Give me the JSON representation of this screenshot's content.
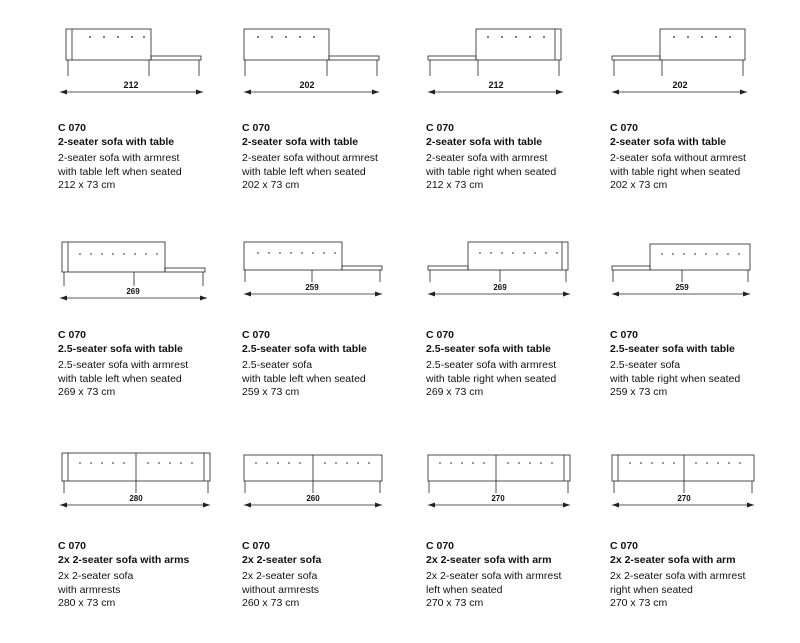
{
  "rows": [
    {
      "items": [
        {
          "dim": "212",
          "code": "C 070",
          "title": "2-seater sofa with table",
          "lines": [
            "2-seater sofa with armrest",
            "with table left when seated",
            "212 x 73 cm"
          ]
        },
        {
          "dim": "202",
          "code": "C 070",
          "title": "2-seater sofa with table",
          "lines": [
            "2-seater sofa without armrest",
            "with table left when seated",
            "202 x 73 cm"
          ]
        },
        {
          "dim": "212",
          "code": "C 070",
          "title": "2-seater sofa with table",
          "lines": [
            "2-seater sofa with armrest",
            "with table right when seated",
            "212 x 73 cm"
          ]
        },
        {
          "dim": "202",
          "code": "C 070",
          "title": "2-seater sofa with table",
          "lines": [
            "2-seater sofa without armrest",
            "with table right when seated",
            "202 x 73 cm"
          ]
        }
      ]
    },
    {
      "items": [
        {
          "dim": "269",
          "code": "C 070",
          "title": "2.5-seater sofa with table",
          "lines": [
            "2.5-seater sofa with armrest",
            "with table left when seated",
            "269 x 73 cm"
          ]
        },
        {
          "dim": "259",
          "code": "C 070",
          "title": "2.5-seater sofa with table",
          "lines": [
            "2.5-seater sofa",
            "with table left when seated",
            "259 x 73 cm"
          ]
        },
        {
          "dim": "269",
          "code": "C 070",
          "title": "2.5-seater sofa with table",
          "lines": [
            "2.5-seater sofa with armrest",
            "with table right when seated",
            "269 x 73 cm"
          ]
        },
        {
          "dim": "259",
          "code": "C 070",
          "title": "2.5-seater sofa with table",
          "lines": [
            "2.5-seater sofa",
            "with table right when seated",
            "259 x 73 cm"
          ]
        }
      ]
    },
    {
      "items": [
        {
          "dim": "280",
          "code": "C 070",
          "title": "2x 2-seater sofa with arms",
          "lines": [
            "2x 2-seater sofa",
            "with armrests",
            "280 x 73 cm"
          ]
        },
        {
          "dim": "260",
          "code": "C 070",
          "title": "2x 2-seater sofa",
          "lines": [
            "2x 2-seater sofa",
            "without armrests",
            "260 x 73 cm"
          ]
        },
        {
          "dim": "270",
          "code": "C 070",
          "title": "2x 2-seater sofa with arm",
          "lines": [
            "2x 2-seater sofa with armrest",
            "left when seated",
            "270 x 73 cm"
          ]
        },
        {
          "dim": "270",
          "code": "C 070",
          "title": "2x 2-seater sofa with arm",
          "lines": [
            "2x 2-seater sofa with armrest",
            "right when seated",
            "270 x 73 cm"
          ]
        }
      ]
    }
  ]
}
